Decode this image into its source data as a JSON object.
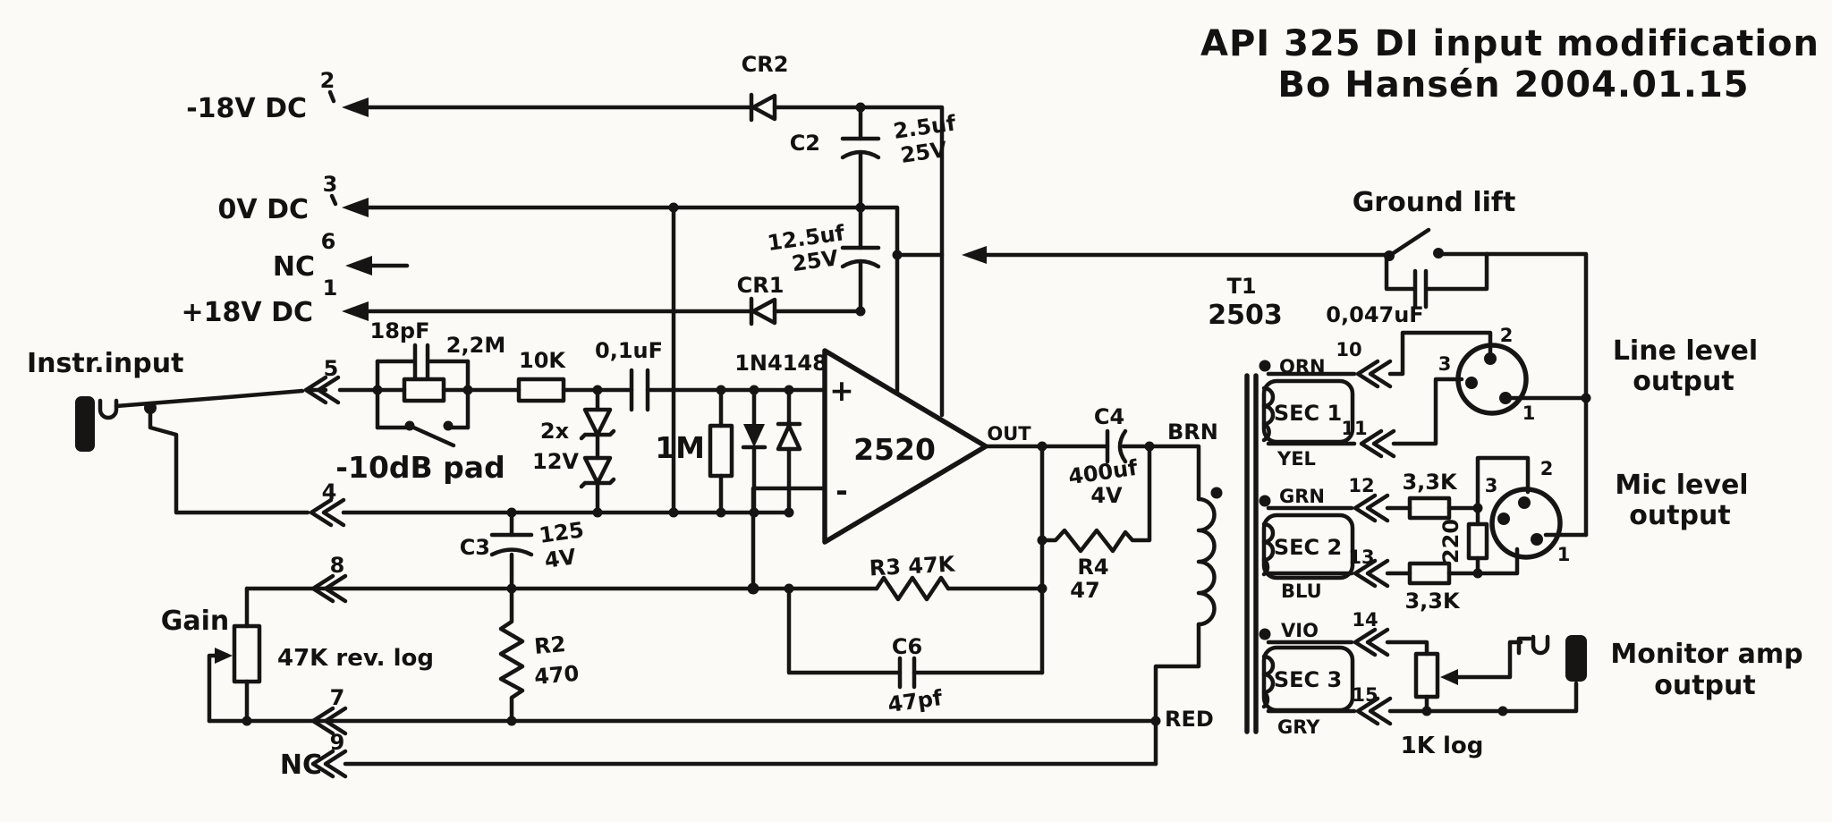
{
  "title": {
    "line1": "API 325 DI input modification",
    "line2": "Bo Hansén 2004.01.15"
  },
  "connector_pins": {
    "p1": "1",
    "p2": "2",
    "p3": "3",
    "p4": "4",
    "p5": "5",
    "p6": "6",
    "p7": "7",
    "p8": "8",
    "p9": "9",
    "p10": "10",
    "p11": "11",
    "p12": "12",
    "p13": "13",
    "p14": "14",
    "p15": "15"
  },
  "power": {
    "neg18": "-18V DC",
    "zero": "0V DC",
    "nc_top": "NC",
    "pos18": "+18V DC",
    "nc_bottom": "NC"
  },
  "input": {
    "jack_label": "Instr.input",
    "pad_label": "-10dB pad",
    "pad_cap": "18pF",
    "pad_res": "2,2M",
    "series_res": "10K",
    "zener_qty": "2x",
    "zener_volts": "12V",
    "coupling_cap": "0,1uF",
    "bias_res": "1M",
    "clamp_diodes": "1N4148"
  },
  "gain": {
    "label": "Gain",
    "pot": "47K rev. log",
    "r2_ref": "R2",
    "r2_val": "470",
    "c3_ref": "C3",
    "c3_val": "125",
    "c3_volts": "4V"
  },
  "psu": {
    "cr1": "CR1",
    "cr2": "CR2",
    "c2_ref": "C2",
    "c2_val": "2.5uf",
    "c2_volts": "25V",
    "c_neg_val": "12.5uf",
    "c_neg_volts": "25V"
  },
  "opamp": {
    "model": "2520",
    "plus": "+",
    "minus": "-",
    "out": "OUT"
  },
  "feedback": {
    "r3": "R3 47K",
    "c6_ref": "C6",
    "c6_val": "47pf",
    "r4_ref": "R4",
    "r4_val": "47",
    "c4_ref": "C4",
    "c4_val": "400uf",
    "c4_volts": "4V"
  },
  "transformer": {
    "ref": "T1",
    "model": "2503",
    "brn": "BRN",
    "red": "RED",
    "sec1": "SEC 1",
    "orn": "ORN",
    "yel": "YEL",
    "sec2": "SEC 2",
    "grn": "GRN",
    "blu": "BLU",
    "sec3": "SEC 3",
    "vio": "VIO",
    "gry": "GRY"
  },
  "ground_lift": {
    "label": "Ground lift",
    "cap": "0,047uF"
  },
  "mic_pad": {
    "r_top": "3,3K",
    "r_bottom": "3,3K",
    "r_shunt": "220"
  },
  "monitor": {
    "pot": "1K log"
  },
  "xlr_line": {
    "pin2": "2",
    "pin3": "3",
    "pin1": "1"
  },
  "xlr_mic": {
    "pin2": "2",
    "pin3": "3",
    "pin1": "1"
  },
  "outputs": {
    "line1": "Line level",
    "line2": "output",
    "mic1": "Mic level",
    "mic2": "output",
    "mon1": "Monitor amp",
    "mon2": "output"
  }
}
